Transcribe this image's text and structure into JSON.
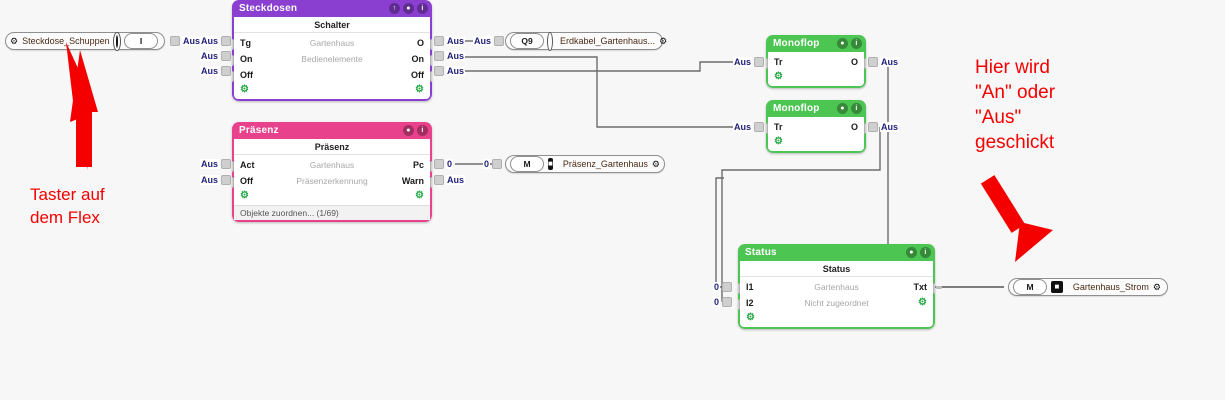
{
  "annotations": {
    "left": "Taster auf\ndem Flex",
    "right": "Hier wird\n\"An\" oder\n\"Aus\"\ngeschickt",
    "color": "#f40000"
  },
  "widgets": {
    "steckdose_schuppen": {
      "label": "Steckdose_Schuppen",
      "button": "I",
      "gear": "⚙"
    },
    "erdkabel": {
      "tag": "Q9",
      "label": "Erdkabel_Gartenhaus...",
      "gear": "⚙"
    },
    "praesenz_gartenhaus": {
      "tag": "M",
      "icon": "■",
      "label": "Präsenz_Gartenhaus",
      "gear": "⚙"
    },
    "gartenhaus_strom": {
      "tag": "M",
      "icon": "■",
      "label": "Gartenhaus_Strom",
      "gear": "⚙"
    }
  },
  "nodes": {
    "steckdosen": {
      "title": "Steckdosen",
      "accent": "#8a3fd1",
      "subtitle": "Schalter",
      "center_lines": [
        "Gartenhaus",
        "Bedienelemente"
      ],
      "inputs": [
        "Tg",
        "On",
        "Off"
      ],
      "outputs": [
        "O",
        "On",
        "Off"
      ],
      "header_buttons": [
        "↑",
        "●",
        "i"
      ]
    },
    "praesenz": {
      "title": "Präsenz",
      "accent": "#e8428c",
      "subtitle": "Präsenz",
      "center_lines": [
        "Gartenhaus",
        "Präsenzerkennung"
      ],
      "inputs": [
        "Act",
        "Off"
      ],
      "outputs": [
        "Pc",
        "Warn"
      ],
      "header_buttons": [
        "●",
        "i"
      ],
      "footer": "Objekte zuordnen... (1/69)"
    },
    "monoflop_1": {
      "title": "Monoflop",
      "accent": "#4cc552",
      "inputs": [
        "Tr"
      ],
      "outputs": [
        "O"
      ],
      "header_buttons": [
        "●",
        "i"
      ]
    },
    "monoflop_2": {
      "title": "Monoflop",
      "accent": "#4cc552",
      "inputs": [
        "Tr"
      ],
      "outputs": [
        "O"
      ],
      "header_buttons": [
        "●",
        "i"
      ]
    },
    "status": {
      "title": "Status",
      "accent": "#4cc552",
      "subtitle": "Status",
      "center_lines": [
        "Gartenhaus",
        "Nicht zugeordnet"
      ],
      "inputs": [
        "I1",
        "I2"
      ],
      "outputs": [
        "Txt"
      ],
      "header_buttons": [
        "●",
        "i"
      ]
    }
  },
  "signals": {
    "aus": "Aus",
    "zero": "0"
  }
}
